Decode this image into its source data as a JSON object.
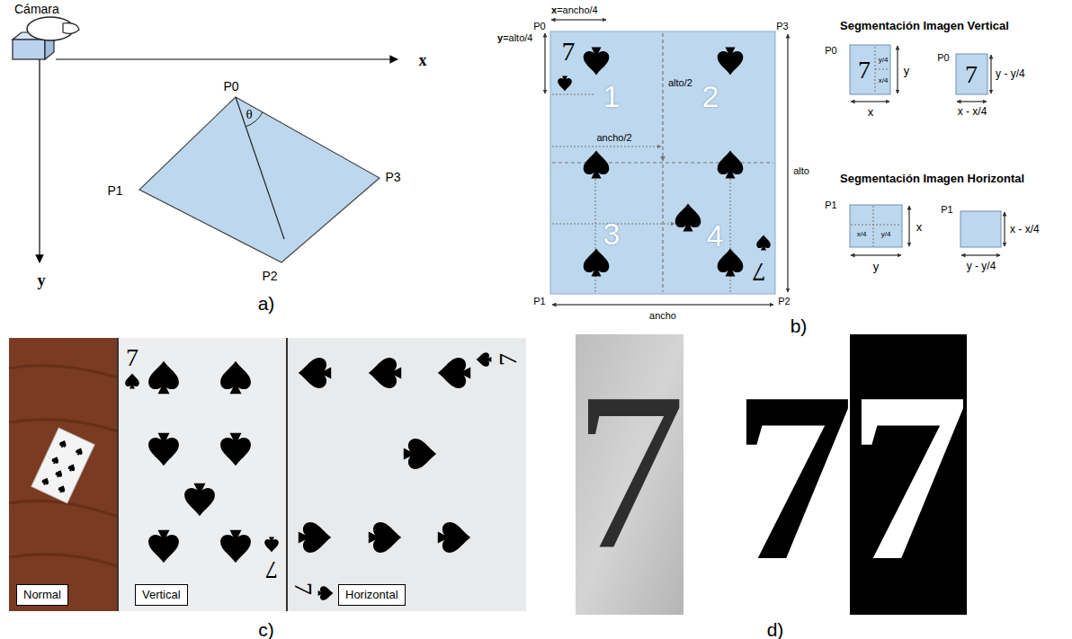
{
  "diagram": {
    "nodes": [
      {
        "text": [
          "7",
          "1",
          "2",
          "3",
          "4",
          "7"
        ]
      },
      {
        "text": [
          "7",
          "y/4",
          "x/4"
        ]
      },
      {
        "text": [
          "7"
        ]
      },
      {
        "text": [
          "x/4",
          "y/4"
        ]
      },
      {
        "text": [
          "Normal"
        ]
      },
      {
        "text": [
          "Vertical"
        ]
      },
      {
        "text": [
          "Horizontal"
        ]
      }
    ],
    "labels": [
      "Cámara",
      "x",
      "y",
      "P0",
      "P1",
      "P2",
      "P3",
      "θ",
      "a)",
      "P0",
      "P3",
      "P1",
      "P2",
      "x=ancho/4",
      "y=alto/4",
      "alto/2",
      "ancho/2",
      "alto",
      "ancho",
      "Segmentación Imagen Vertical",
      "P0",
      "y",
      "x",
      "P0",
      "y - y/4",
      "x - x/4",
      "Segmentación Imagen Horizontal",
      "P1",
      "x",
      "y",
      "P1",
      "x - x/4",
      "y - y/4",
      "b)",
      "7",
      "7",
      "7",
      "7",
      "c)",
      "7",
      "7",
      "7",
      "d)"
    ]
  }
}
